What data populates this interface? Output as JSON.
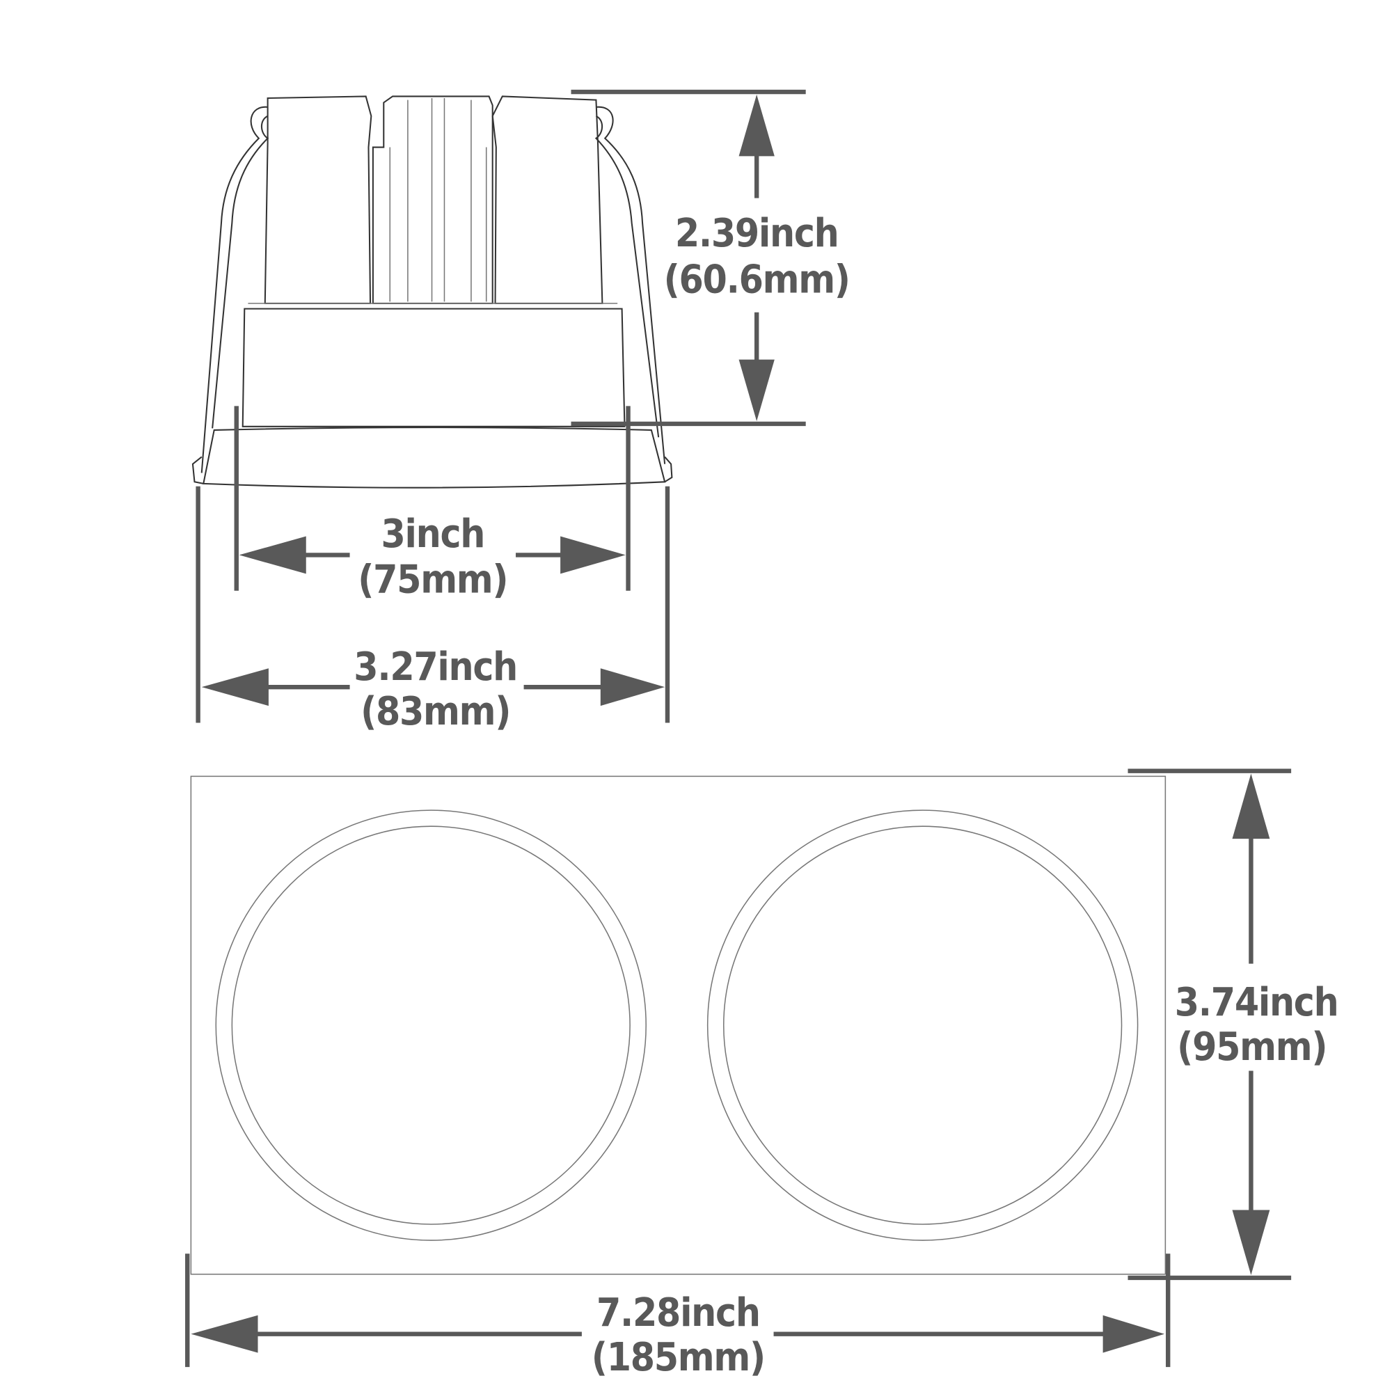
{
  "side_view": {
    "height": {
      "inch": "2.39inch",
      "mm": "(60.6mm)"
    },
    "inner_width": {
      "inch": "3inch",
      "mm": "(75mm)"
    },
    "outer_width": {
      "inch": "3.27inch",
      "mm": "(83mm)"
    }
  },
  "top_view": {
    "height": {
      "inch": "3.74inch",
      "mm": "(95mm)"
    },
    "width": {
      "inch": "7.28inch",
      "mm": "(185mm)"
    }
  },
  "colors": {
    "dimension": "#595959",
    "outline": "#333333"
  }
}
